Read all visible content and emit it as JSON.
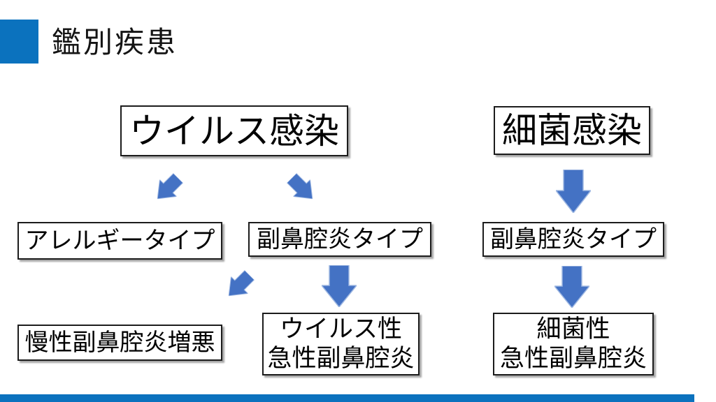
{
  "slide": {
    "title": "鑑別疾患",
    "accent_color": "#0b72be",
    "arrow_color": "#4472c4"
  },
  "nodes": {
    "virus_infection": {
      "label": "ウイルス感染"
    },
    "bacterial_infection": {
      "label": "細菌感染"
    },
    "allergy_type": {
      "label": "アレルギータイプ"
    },
    "sinusitis_type_left": {
      "label": "副鼻腔炎タイプ"
    },
    "sinusitis_type_right": {
      "label": "副鼻腔炎タイプ"
    },
    "chronic_sinusitis": {
      "label": "慢性副鼻腔炎増悪"
    },
    "viral_acute": {
      "line1": "ウイルス性",
      "line2": "急性副鼻腔炎"
    },
    "bacterial_acute": {
      "line1": "細菌性",
      "line2": "急性副鼻腔炎"
    }
  }
}
